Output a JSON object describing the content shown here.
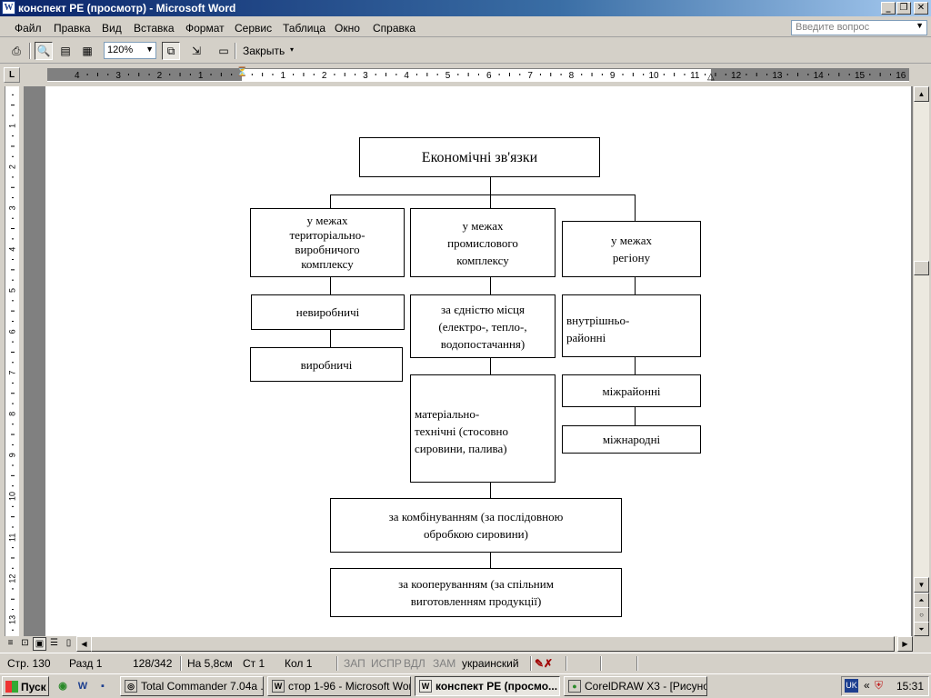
{
  "window": {
    "title": "конспект РЕ (просмотр) - Microsoft Word",
    "controls": {
      "minimize": "_",
      "restore": "❐",
      "close": "✕"
    }
  },
  "menu": {
    "items": [
      "Файл",
      "Правка",
      "Вид",
      "Вставка",
      "Формат",
      "Сервис",
      "Таблица",
      "Окно",
      "Справка"
    ],
    "ask_placeholder": "Введите вопрос"
  },
  "toolbar": {
    "zoom_value": "120%",
    "close_label": "Закрыть"
  },
  "ruler": {
    "h_numbers": [
      "4",
      "3",
      "2",
      "1",
      "1",
      "2",
      "3",
      "4",
      "5",
      "6",
      "7",
      "8",
      "9",
      "10",
      "11",
      "12",
      "13",
      "14",
      "15",
      "16"
    ],
    "v_numbers": [
      "1",
      "2",
      "3",
      "4",
      "5",
      "6",
      "7",
      "8",
      "9",
      "10",
      "11",
      "12",
      "13"
    ],
    "corner": "L"
  },
  "diagram": {
    "root": "Економічні зв'язки",
    "col1_header": [
      "у межах",
      "територіально-",
      "виробничого",
      "комплексу"
    ],
    "col2_header": [
      "у межах",
      "промислового",
      "комплексу"
    ],
    "col3_header": [
      "у межах",
      "регіону"
    ],
    "col1_items": [
      [
        "невиробничі"
      ],
      [
        "виробничі"
      ]
    ],
    "col2_items": [
      [
        "за єдністю місця",
        "(електро-, тепло-,",
        "водопостачання)"
      ],
      [
        "матеріально-",
        "технічні (стосовно",
        "сировини, палива)"
      ]
    ],
    "col3_items": [
      [
        "внутрішньо-",
        "районні"
      ],
      [
        "міжрайонні"
      ],
      [
        "міжнародні"
      ]
    ],
    "bottom1": [
      "за комбінуванням (за послідовною",
      "обробкою сировини)"
    ],
    "bottom2": [
      "за кооперуванням (за спільним",
      "виготовленням продукції)"
    ]
  },
  "status": {
    "page": "Стр. 130",
    "section": "Разд 1",
    "pages": "128/342",
    "at": "На 5,8см",
    "line": "Ст 1",
    "col": "Кол 1",
    "rec": "ЗАП",
    "trk": "ИСПР",
    "ext": "ВДЛ",
    "ovr": "ЗАМ",
    "lang": "украинский"
  },
  "taskbar": {
    "start": "Пуск",
    "tasks": [
      "Total Commander 7.04a ...",
      "стор 1-96 - Microsoft Word",
      "конспект РЕ (просмо...",
      "CorelDRAW X3 - [Рисуно..."
    ],
    "lang": "UK",
    "chevron": "«",
    "time": "15:31"
  }
}
